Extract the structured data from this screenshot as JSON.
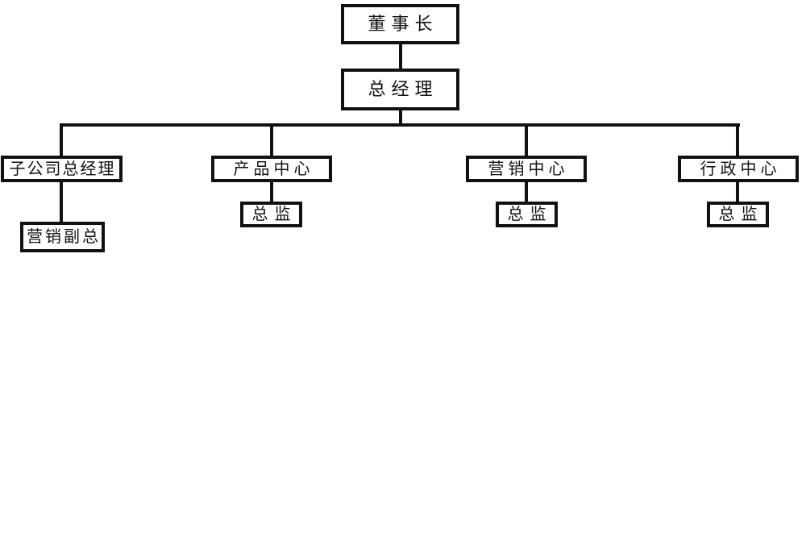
{
  "canvas": {
    "background": "#ffffff",
    "line_color": "#111111"
  },
  "org_chart": {
    "type": "organization-chart",
    "root": {
      "label": "董事长"
    },
    "level2": {
      "label": "总经理"
    },
    "branches": [
      {
        "label": "子公司总经理",
        "child": {
          "label": "营销副总"
        }
      },
      {
        "label": "产品中心",
        "child": {
          "label": "总监"
        }
      },
      {
        "label": "营销中心",
        "child": {
          "label": "总监"
        }
      },
      {
        "label": "行政中心",
        "child": {
          "label": "总监"
        }
      }
    ]
  }
}
